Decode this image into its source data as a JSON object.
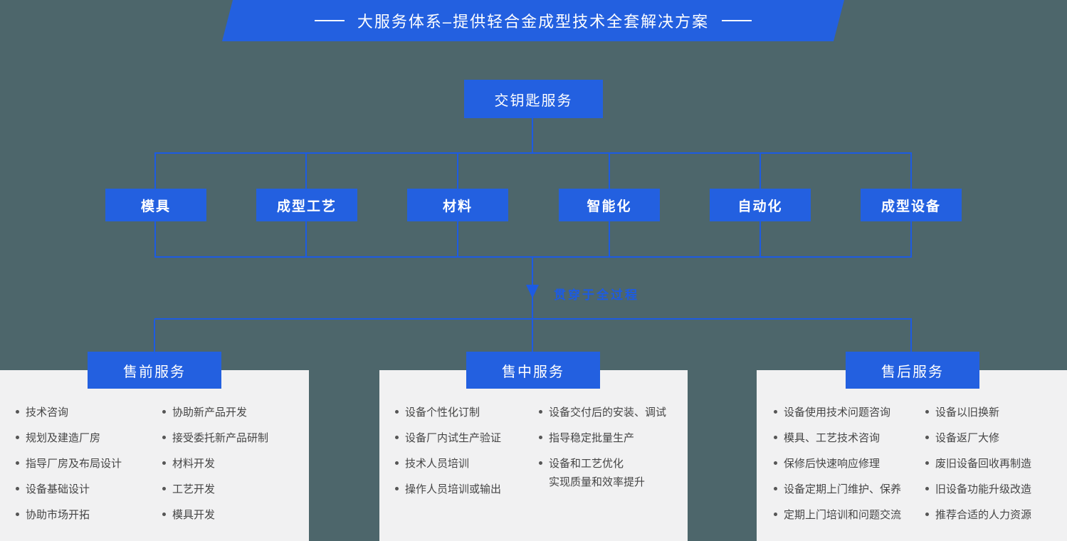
{
  "banner": {
    "title": "大服务体系–提供轻合金成型技术全套解决方案"
  },
  "root": {
    "label": "交钥匙服务"
  },
  "modules": [
    "模具",
    "成型工艺",
    "材料",
    "智能化",
    "自动化",
    "成型设备"
  ],
  "arrow": {
    "label": "贯穿于全过程"
  },
  "sections": [
    {
      "title": "售前服务",
      "columns": [
        [
          "技术咨询",
          "规划及建造厂房",
          "指导厂房及布局设计",
          "设备基础设计",
          "协助市场开拓"
        ],
        [
          "协助新产品开发",
          "接受委托新产品研制",
          "材料开发",
          "工艺开发",
          "模具开发"
        ]
      ]
    },
    {
      "title": "售中服务",
      "columns": [
        [
          "设备个性化订制",
          "设备厂内试生产验证",
          "技术人员培训",
          "操作人员培训或输出"
        ],
        [
          "设备交付后的安装、调试",
          "指导稳定批量生产",
          "设备和工艺优化"
        ]
      ],
      "continuation": "实现质量和效率提升"
    },
    {
      "title": "售后服务",
      "columns": [
        [
          "设备使用技术问题咨询",
          "模具、工艺技术咨询",
          "保修后快速响应修理",
          "设备定期上门维护、保养",
          "定期上门培训和问题交流"
        ],
        [
          "设备以旧换新",
          "设备返厂大修",
          "废旧设备回收再制造",
          "旧设备功能升级改造",
          "推荐合适的人力资源"
        ]
      ]
    }
  ],
  "colors": {
    "accent_blue": "#2360e0",
    "line_blue": "#1d5be2",
    "background": "#4d666b",
    "panel_gray": "#f1f1f2",
    "text_dark": "#454545",
    "white": "#ffffff"
  }
}
